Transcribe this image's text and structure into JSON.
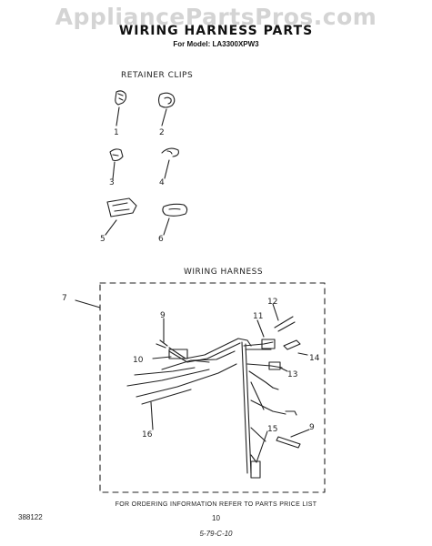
{
  "watermark": "AppliancePartsPros.com",
  "title": "WIRING HARNESS PARTS",
  "model_line": "For Model: LA3300XPW3",
  "sections": {
    "retainer_clips": "RETAINER CLIPS",
    "wiring_harness": "WIRING HARNESS"
  },
  "callouts": {
    "c1": "1",
    "c2": "2",
    "c3": "3",
    "c4": "4",
    "c5": "5",
    "c6": "6",
    "c7": "7",
    "c9a": "9",
    "c9b": "9",
    "c10": "10",
    "c11": "11",
    "c12": "12",
    "c13": "13",
    "c14": "14",
    "c15": "15",
    "c16": "16"
  },
  "footer": {
    "ordering_note": "FOR ORDERING INFORMATION REFER TO PARTS PRICE LIST",
    "doc_number": "388122",
    "page_number": "10",
    "date_code": "5-79-C-10"
  }
}
